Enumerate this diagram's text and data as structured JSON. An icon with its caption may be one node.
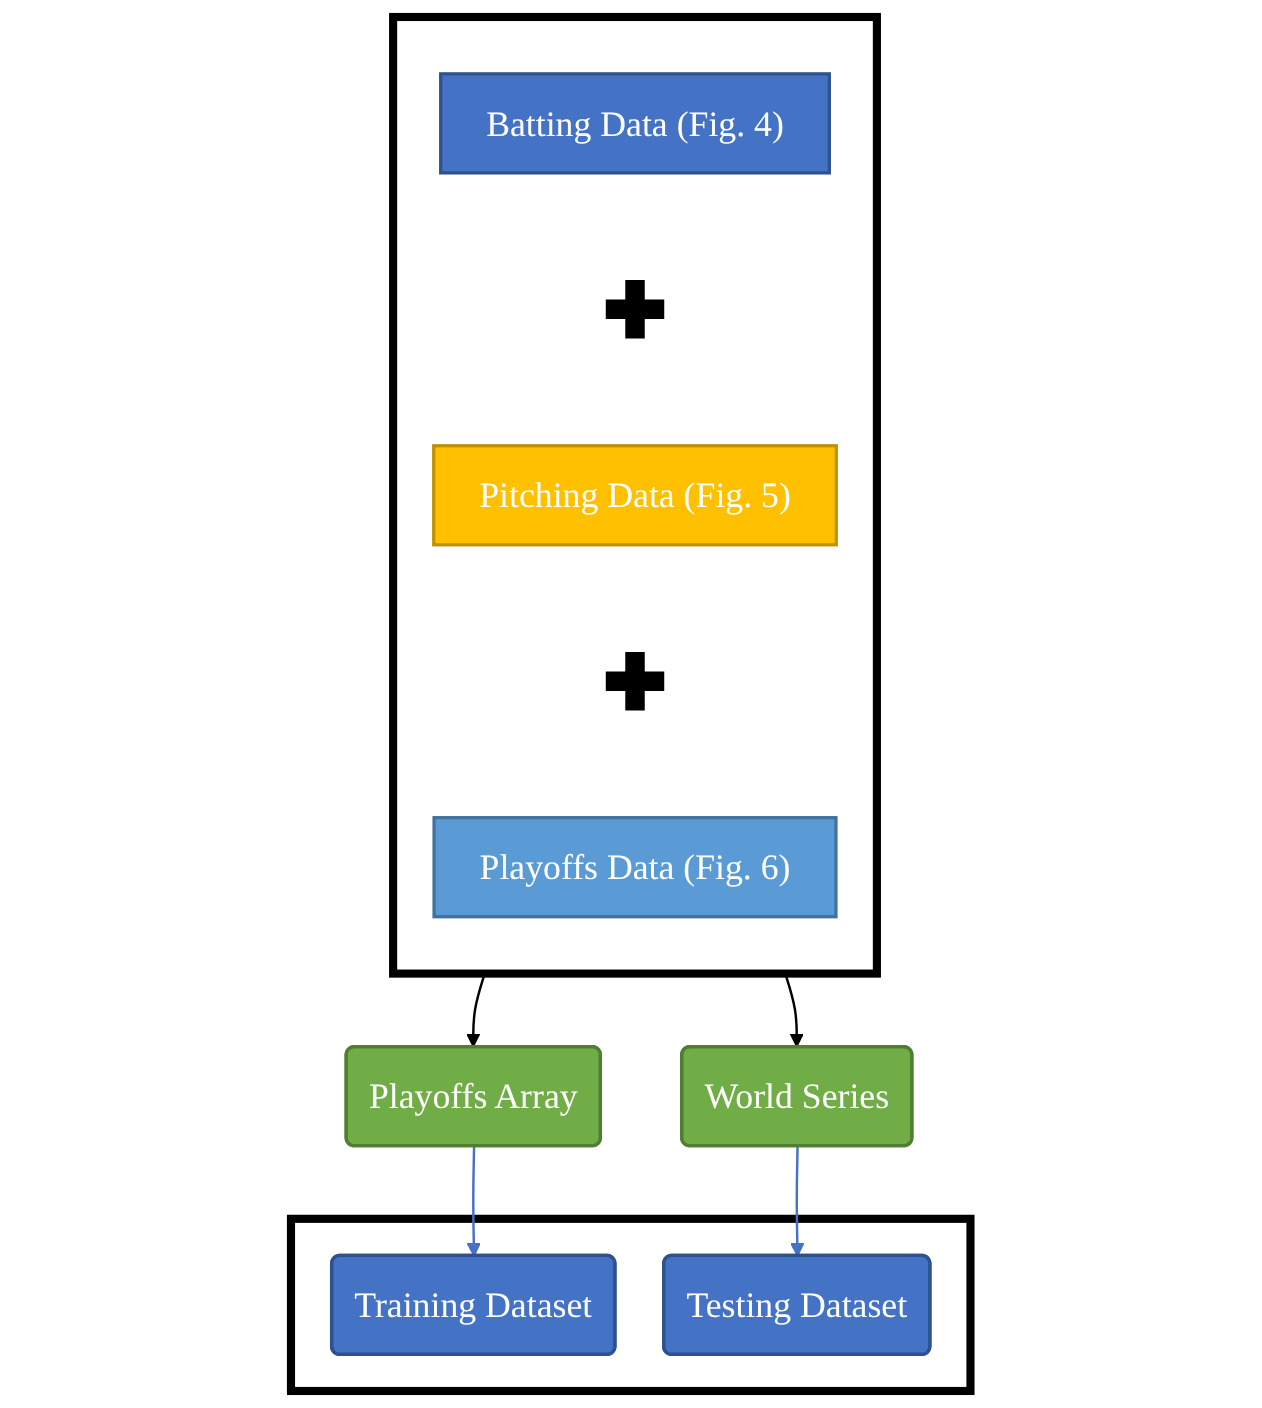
{
  "diagram": {
    "nodes": [
      {
        "text": [],
        "shape": "box"
      },
      {
        "text": [
          "Batting Data (Fig. 4)"
        ],
        "in": 0
      },
      {
        "text": [],
        "shape": "plus",
        "in": 0
      },
      {
        "text": [
          "Pitching Data (Fig. 5)"
        ],
        "in": 0
      },
      {
        "text": [],
        "shape": "plus",
        "in": 0
      },
      {
        "text": [
          "Playoffs Data (Fig. 6)"
        ],
        "in": 0
      },
      {
        "text": [
          "Playoffs Array"
        ]
      },
      {
        "text": [
          "World Series"
        ]
      },
      {
        "text": [],
        "shape": "box"
      },
      {
        "text": [
          "Training Dataset"
        ],
        "in": 8
      },
      {
        "text": [
          "Testing Dataset"
        ],
        "in": 8
      }
    ],
    "edges": [
      {
        "from": 0,
        "to": 6,
        "arrow": "to"
      },
      {
        "from": 0,
        "to": 7,
        "arrow": "to"
      },
      {
        "from": 6,
        "to": 9,
        "arrow": "to",
        "color": "#4472c4"
      },
      {
        "from": 7,
        "to": 10,
        "arrow": "to",
        "color": "#4472c4"
      }
    ]
  }
}
